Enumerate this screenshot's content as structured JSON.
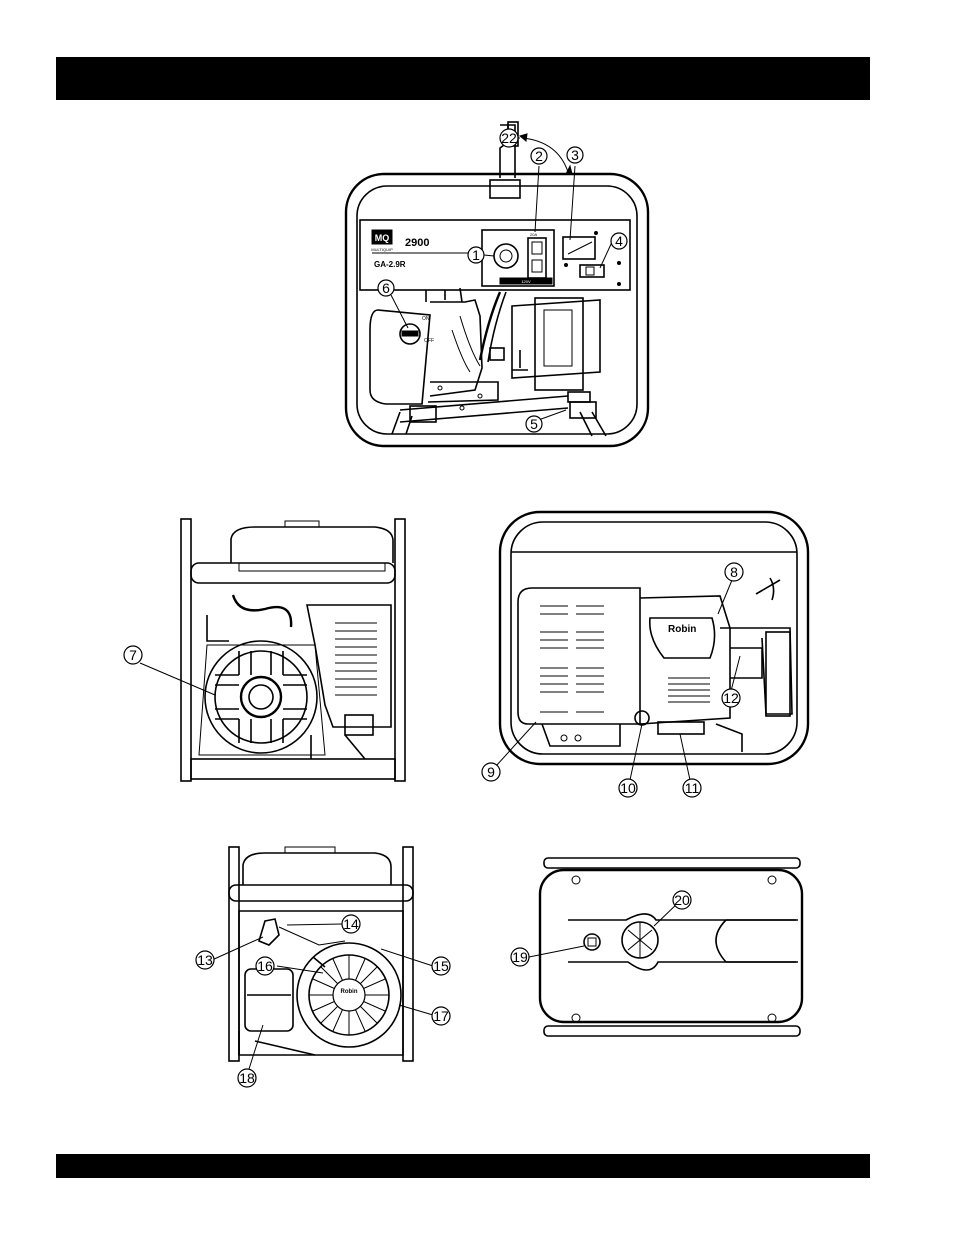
{
  "panel": {
    "logo": "MQ",
    "logo_sub": "MULTIQUIP",
    "model_number": "2900",
    "model_name": "GA-2.9R",
    "amp_label": "20A",
    "volt_label": "120V",
    "switch_on": "ON",
    "switch_off": "OFF"
  },
  "engine": {
    "brand": "Robin"
  },
  "callouts": [
    "1",
    "2",
    "3",
    "4",
    "5",
    "6",
    "7",
    "8",
    "9",
    "10",
    "11",
    "12",
    "13",
    "14",
    "15",
    "16",
    "17",
    "18",
    "19",
    "20",
    "22"
  ]
}
